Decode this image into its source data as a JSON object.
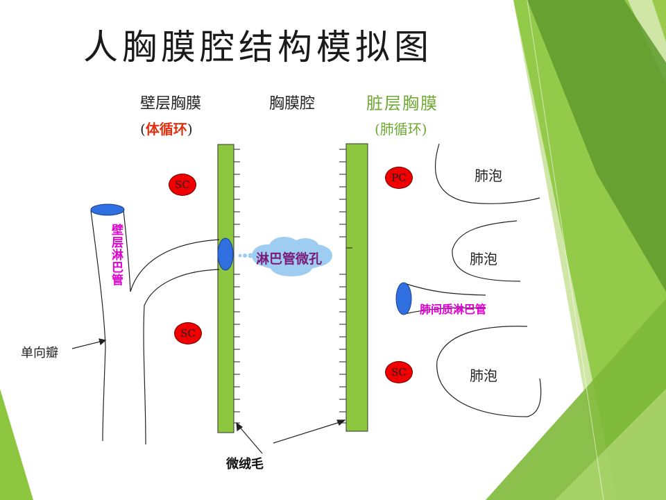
{
  "title": "人胸膜腔结构模拟图",
  "headers": {
    "parietal": "壁层胸膜",
    "cavity": "胸膜腔",
    "visceral": "脏层胸膜",
    "parietal_sub_open": "(",
    "parietal_sub": "体循环",
    "parietal_sub_close": ")",
    "visceral_sub": "(肺循环)"
  },
  "labels": {
    "sc_top": "SC",
    "sc_mid": "SC",
    "sc_right": "SC",
    "pc": "PC",
    "alveolus_1": "肺泡",
    "alveolus_2": "肺泡",
    "alveolus_3": "肺泡",
    "parietal_lymph": "壁层淋巴管",
    "lymph_stoma": "淋巴管微孔",
    "interstitial_lymph": "肺间质淋巴管",
    "one_way_valve": "单向瓣",
    "microvilli": "微绒毛"
  },
  "colors": {
    "membrane_green": "#8dc63f",
    "vessel_blue": "#2f6fe0",
    "cloud_blue": "#9fcdf2",
    "deco_green_dark": "#5f9a2e",
    "deco_green_light": "#a9d36a"
  }
}
